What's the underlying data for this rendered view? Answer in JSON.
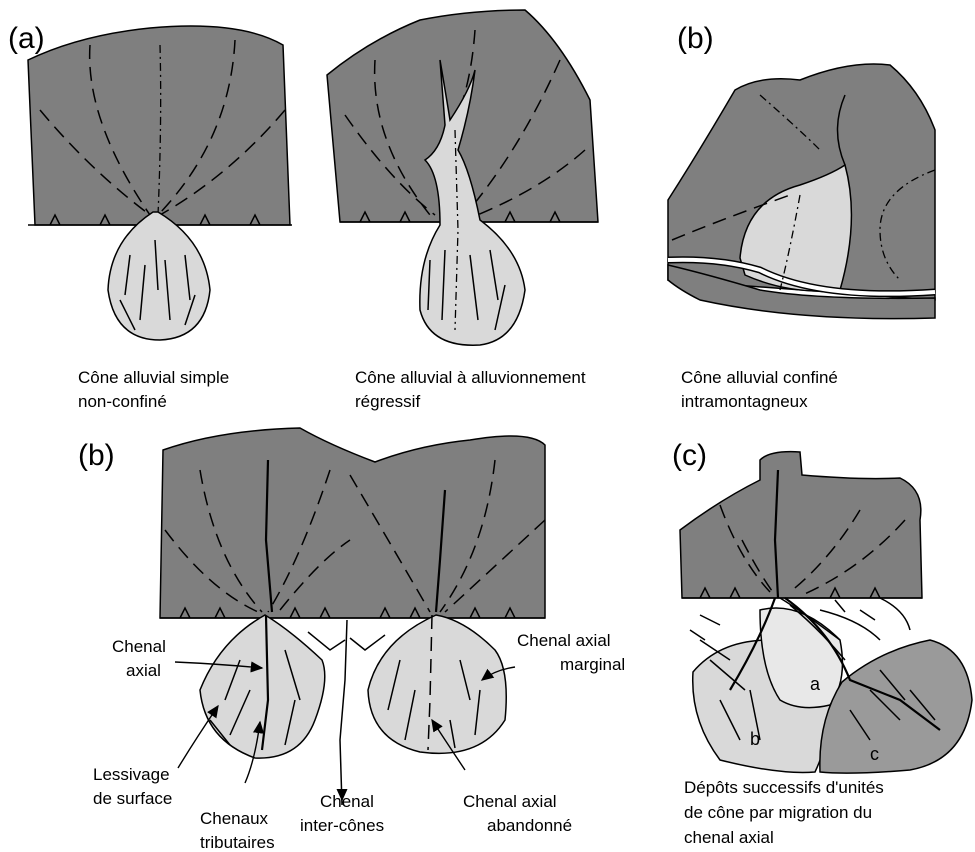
{
  "panels": {
    "a": {
      "letter": "(a)"
    },
    "b_top": {
      "letter": "(b)"
    },
    "b_bottom": {
      "letter": "(b)"
    },
    "c": {
      "letter": "(c)"
    }
  },
  "captions": {
    "simple_line1": "Cône alluvial simple",
    "simple_line2": "non-confiné",
    "regressif_line1": "Cône alluvial à alluvionnement",
    "regressif_line2": "régressif",
    "confine_line1": "Cône alluvial confiné",
    "confine_line2": "intramontagneux",
    "depots_line1": "Dépôts successifs d'unités",
    "depots_line2": "de cône par migration du",
    "depots_line3": "chenal axial"
  },
  "labels": {
    "chenal_axial_1": "Chenal",
    "chenal_axial_2": "axial",
    "lessivage_1": "Lessivage",
    "lessivage_2": "de surface",
    "chenaux_1": "Chenaux",
    "chenaux_2": "tributaires",
    "intercones_1": "Chenal",
    "intercones_2": "inter-cônes",
    "marginal_1": "Chenal axial",
    "marginal_2": "marginal",
    "abandonne_1": "Chenal axial",
    "abandonne_2": "abandonné"
  },
  "units": {
    "a": "a",
    "b": "b",
    "c": "c"
  },
  "colors": {
    "mountain": "#7f7f7f",
    "fan_light": "#d9d9d9",
    "fan_lighter": "#e8e8e8",
    "fan_dark": "#9a9a9a"
  }
}
